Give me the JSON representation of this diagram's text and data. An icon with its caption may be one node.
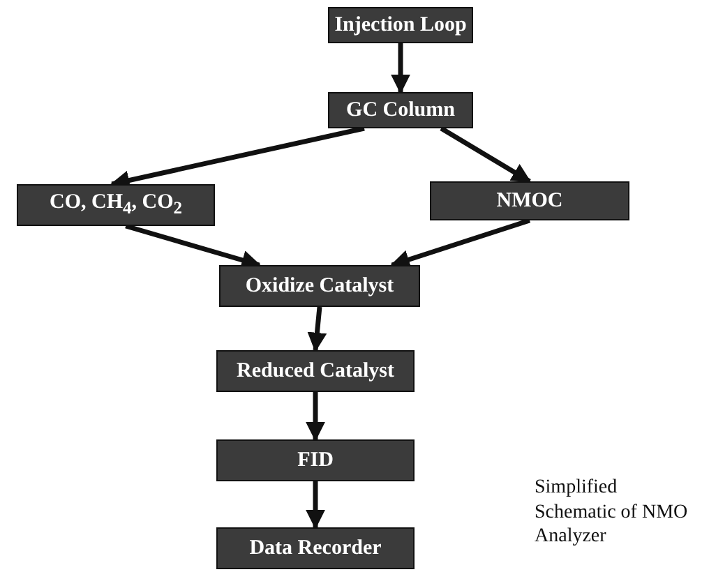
{
  "diagram": {
    "caption": "Simplified Schematic of NMO Analyzer",
    "nodes": [
      {
        "text": [
          "Injection Loop"
        ]
      },
      {
        "text": [
          "GC Column"
        ]
      },
      {
        "text": [
          "CO, CH$_{4}$, CO$_{2}$"
        ]
      },
      {
        "text": [
          "NMOC"
        ]
      },
      {
        "text": [
          "Oxidize Catalyst"
        ]
      },
      {
        "text": [
          "Reduced Catalyst"
        ]
      },
      {
        "text": [
          "FID"
        ]
      },
      {
        "text": [
          "Data Recorder"
        ]
      }
    ],
    "edges": [
      {
        "from": 0,
        "to": 1,
        "arrow": "to"
      },
      {
        "from": 1,
        "to": 2,
        "arrow": "to"
      },
      {
        "from": 1,
        "to": 3,
        "arrow": "to"
      },
      {
        "from": 2,
        "to": 4,
        "arrow": "to"
      },
      {
        "from": 3,
        "to": 4,
        "arrow": "to"
      },
      {
        "from": 4,
        "to": 5,
        "arrow": "to"
      },
      {
        "from": 5,
        "to": 6,
        "arrow": "to"
      },
      {
        "from": 6,
        "to": 7,
        "arrow": "to"
      }
    ]
  }
}
